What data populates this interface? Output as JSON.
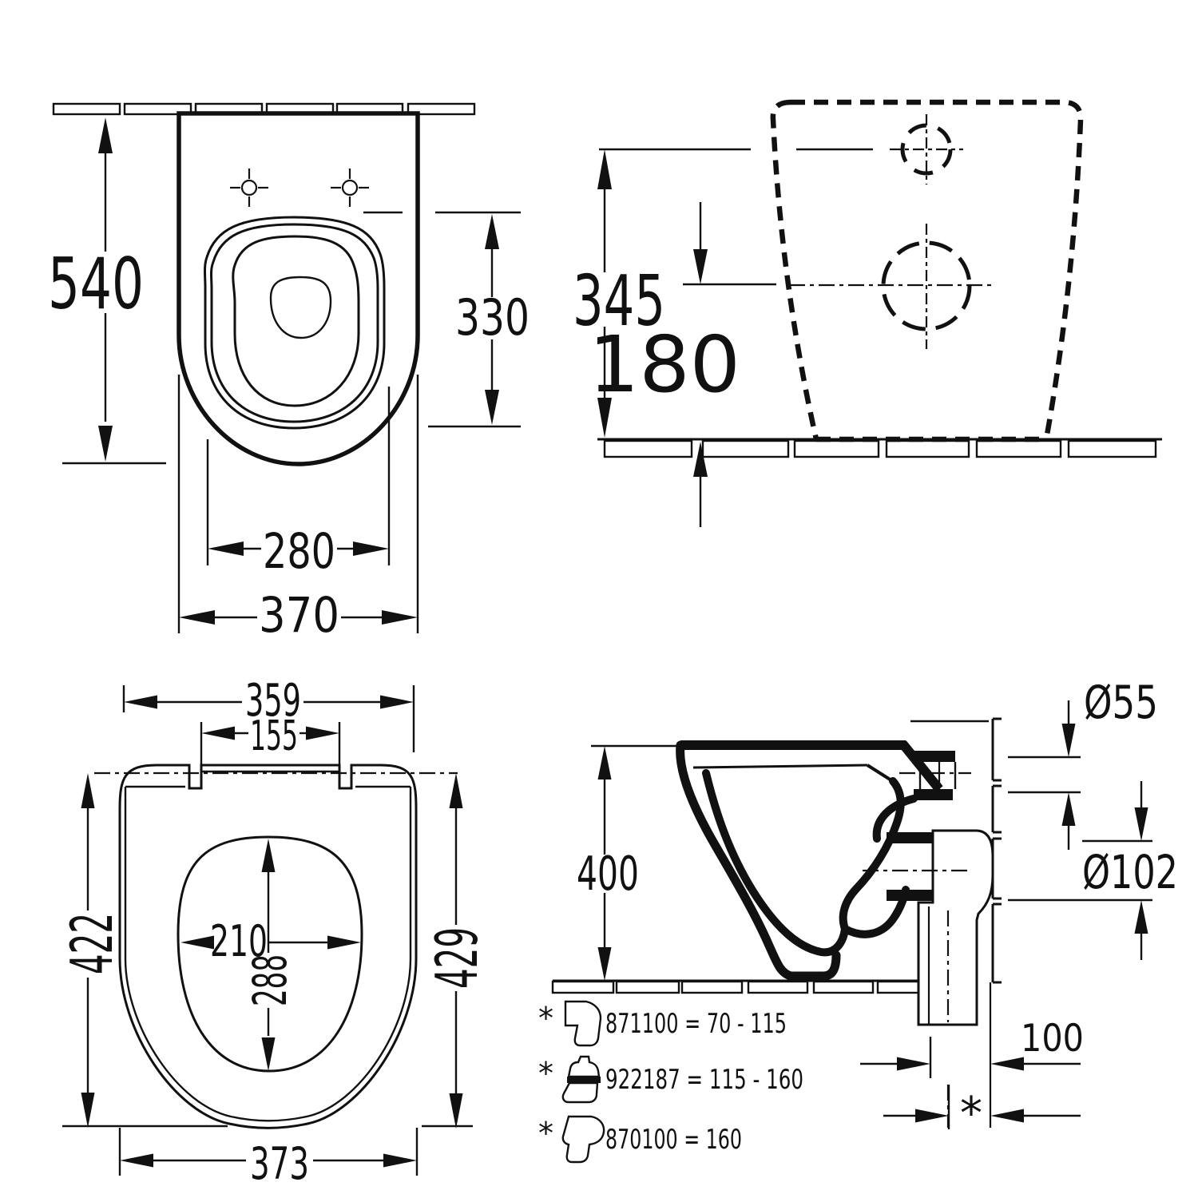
{
  "colors": {
    "ink": "#111111",
    "background": "#ffffff"
  },
  "views": {
    "top": {
      "depth": "540",
      "seat_length": "330",
      "inner_width": "280",
      "outer_width": "370"
    },
    "rear": {
      "inlet_height": "345",
      "outlet_height": "180"
    },
    "seat": {
      "outer_width_top": "359",
      "hinge_span": "155",
      "length_left": "422",
      "opening_width": "210",
      "opening_length": "288",
      "length_right": "429",
      "outer_width_bottom": "373"
    },
    "side": {
      "height": "400",
      "inlet_diameter": "Ø55",
      "outlet_diameter": "Ø102",
      "outlet_wall_distance": "100",
      "variable_marker": "*",
      "legend": [
        {
          "marker": "*",
          "label": "871100 = 70 - 115"
        },
        {
          "marker": "*",
          "label": "922187 = 115 - 160"
        },
        {
          "marker": "*",
          "label": "870100 = 160"
        }
      ]
    }
  }
}
